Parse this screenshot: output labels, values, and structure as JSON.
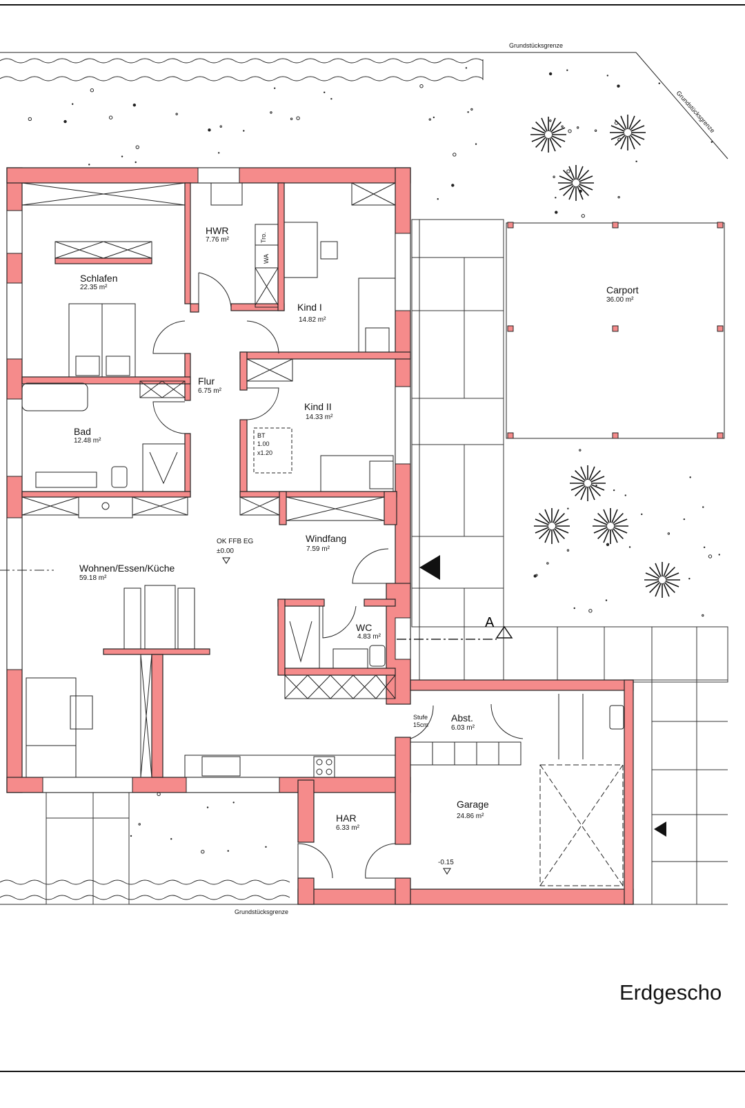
{
  "sheet_title": "Erdgescho",
  "property_line_label": "Grundstücksgrenze",
  "wall_color": "#f58b8b",
  "rooms": [
    {
      "name": "Schlafen",
      "area": "22.35 m²"
    },
    {
      "name": "HWR",
      "area": "7.76 m²"
    },
    {
      "name": "Kind I",
      "area": "14.82 m²"
    },
    {
      "name": "Flur",
      "area": "6.75 m²"
    },
    {
      "name": "Kind II",
      "area": "14.33 m²"
    },
    {
      "name": "Bad",
      "area": "12.48 m²"
    },
    {
      "name": "Windfang",
      "area": "7.59 m²"
    },
    {
      "name": "Wohnen/Essen/Küche",
      "area": "59.18 m²"
    },
    {
      "name": "WC",
      "area": "4.83 m²"
    },
    {
      "name": "Abst.",
      "area": "6.03 m²"
    },
    {
      "name": "HAR",
      "area": "6.33 m²"
    },
    {
      "name": "Garage",
      "area": "24.86 m²"
    },
    {
      "name": "Carport",
      "area": "36.00 m²"
    }
  ],
  "annotations": {
    "tro": "Tro.",
    "wa": "WA",
    "bt": [
      "BT",
      "1.00",
      "x1.20"
    ],
    "level_label": "OK FFB EG",
    "level_value": "±0.00",
    "garage_level": "-0.15",
    "stufe": [
      "Stufe",
      "15cm"
    ],
    "section_mark": "A"
  }
}
